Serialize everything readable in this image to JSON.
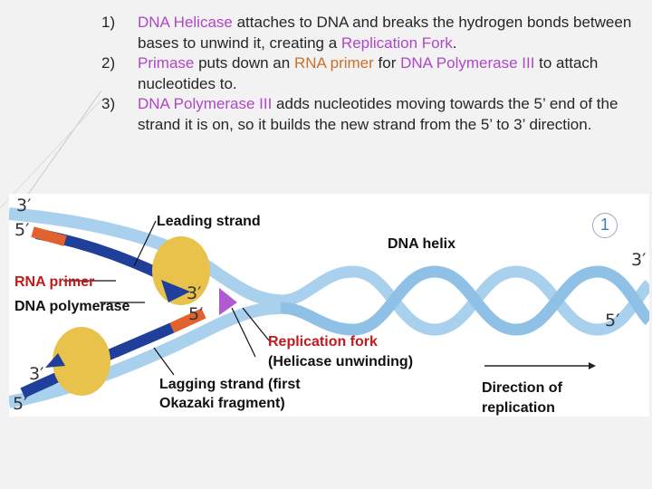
{
  "bullets": [
    {
      "num": "1)",
      "parts": [
        "",
        "DNA Helicase",
        " attaches to DNA and breaks the hydrogen bonds between bases to unwind it, creating a ",
        "Replication Fork",
        "."
      ]
    },
    {
      "num": "2)",
      "parts": [
        "",
        "Primase",
        " puts down an ",
        "RNA primer",
        " for ",
        "DNA Polymerase III",
        " to attach nucleotides to."
      ]
    },
    {
      "num": "3)",
      "parts": [
        "",
        "DNA Polymerase III",
        " adds nucleotides moving towards the 5’ end of the strand it is on, so it builds the new strand from the 5’ to 3’ direction."
      ]
    }
  ],
  "figure": {
    "leading_strand": "Leading strand",
    "dna_helix": "DNA helix",
    "rna_primer": "RNA primer",
    "dna_polymerase": "DNA polymerase",
    "replication_fork": "Replication fork",
    "helicase_open": "(",
    "helicase": "Helicase",
    "helicase_rest": " unwinding)",
    "lagging_line1": "Lagging strand (first",
    "okazaki": "Okazaki fragment",
    "lagging_close": ")",
    "direction_line1": "Direction of",
    "direction_line2": "replication",
    "badge": "1",
    "ends": {
      "top_left_3": "3′",
      "top_left_5": "5′",
      "right_3": "3′",
      "right_5": "5′",
      "mid_3": "3′",
      "mid_5": "5′",
      "bot_3": "3′",
      "bot_5": "5′"
    }
  },
  "colors": {
    "purple": "#b046c8",
    "orange": "#c9702a",
    "strand": "#a9d1ee",
    "new_strand": "#1f3f9a",
    "primer": "#e1622f",
    "enzyme": "#e8c24a",
    "helicase": "#b05ad0"
  }
}
